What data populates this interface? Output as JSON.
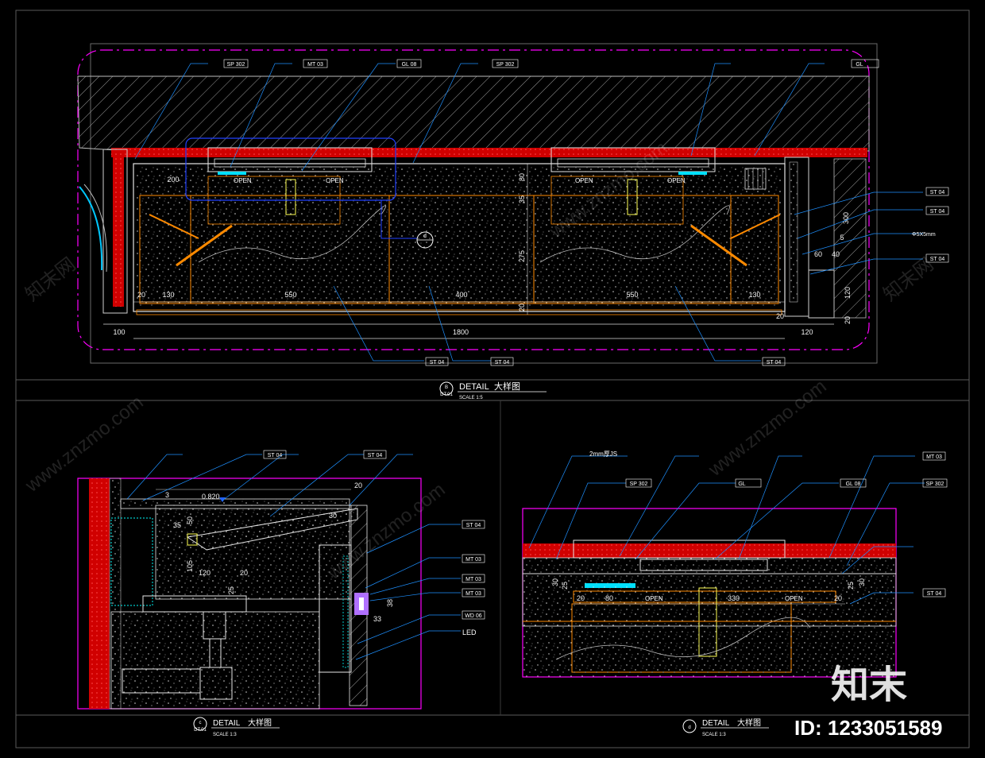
{
  "sheet": {
    "detail_word": "DETAIL",
    "detail_cn": "大样图",
    "sheet_ref": "DT.01",
    "scale_b": "SCALE 1:5",
    "scale_c": "SCALE 1:3",
    "scale_d": "SCALE 1:3"
  },
  "details": {
    "b": {
      "letter": "B"
    },
    "c": {
      "letter": "c"
    },
    "d": {
      "letter": "d"
    }
  },
  "detail_b": {
    "dims_bottom": [
      "100",
      "20",
      "130",
      "550",
      "400",
      "550",
      "130",
      "20",
      "120"
    ],
    "total": "1800",
    "dims_right": [
      "80",
      "35",
      "275",
      "20",
      "300",
      "60",
      "40",
      "5",
      "120",
      "20"
    ],
    "small_200": "200",
    "open_label": "OPEN",
    "callout_ref": "d",
    "tags_top": [
      "SP 302",
      "MT 03",
      "GL 08",
      "SP 302",
      "GL"
    ],
    "tags_right": [
      "ST 04",
      "ST 04",
      "ST 04"
    ],
    "tags_bottom": [
      "ST 04",
      "ST 04",
      "ST 04"
    ],
    "note_phi": "Φ5X5mm"
  },
  "detail_c": {
    "tags": [
      "ST 04",
      "ST 04",
      "ST 04",
      "MT 03",
      "MT 03",
      "MT 03",
      "WD 06"
    ],
    "led": "LED",
    "dims": [
      "3",
      "0.820",
      "20",
      "35",
      "50",
      "30",
      "120",
      "20",
      "105",
      "25",
      "38",
      "33"
    ]
  },
  "detail_d": {
    "top_note": "2mm厚JS",
    "tags": [
      "SP 302",
      "GL",
      "GL 08",
      "MT 03",
      "SP 302",
      "ST 04"
    ],
    "dims": [
      "20",
      "80",
      "330",
      "20",
      "30",
      "25",
      "25",
      "30"
    ],
    "open_label": "OPEN"
  },
  "watermark": {
    "site": "www.znzmo.com",
    "cn": "知末网",
    "brand": "知末",
    "id": "ID: 1233051589"
  }
}
